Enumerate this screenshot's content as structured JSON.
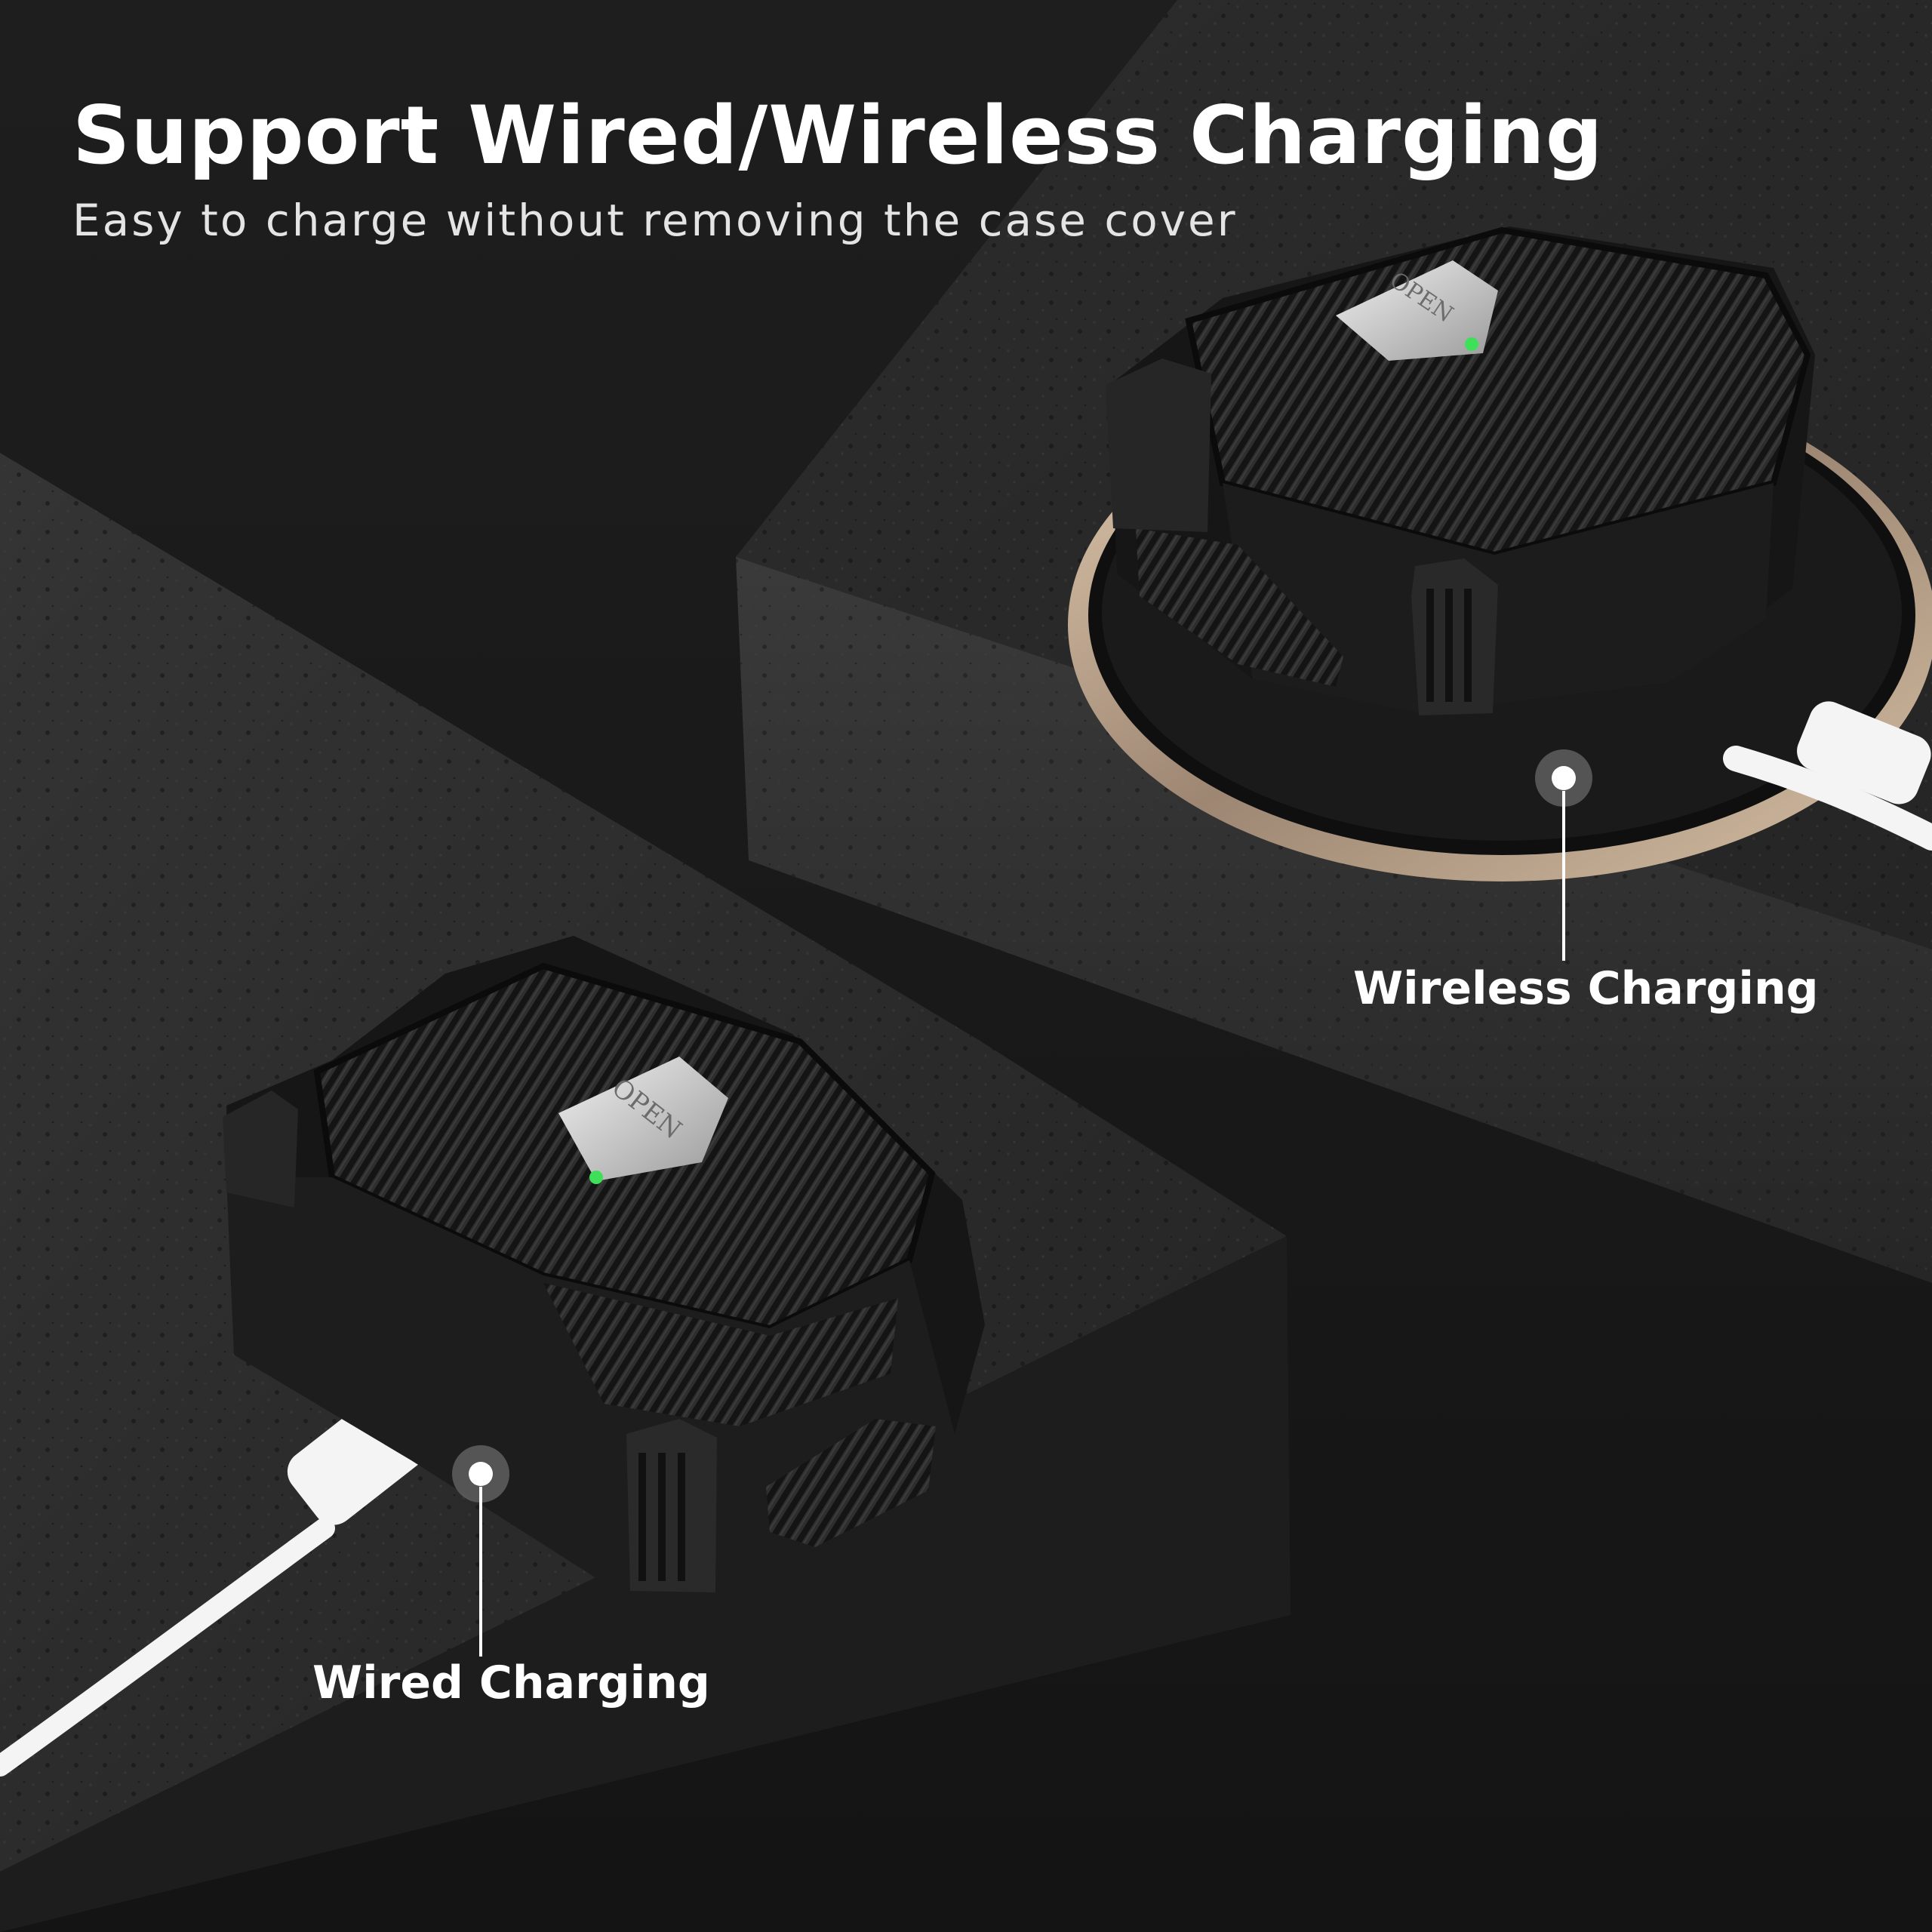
{
  "headline": "Support Wired/Wireless Charging",
  "subheadline": "Easy to charge without removing the case cover",
  "callouts": {
    "wireless": "Wireless Charging",
    "wired": "Wired Charging"
  },
  "case": {
    "button_text": "OPEN",
    "led_color": "#3ee05a"
  },
  "colors": {
    "background": "#1b1b1b",
    "text": "#ffffff",
    "charger_ring": "#c9b39a",
    "cable": "#f4f4f4"
  }
}
